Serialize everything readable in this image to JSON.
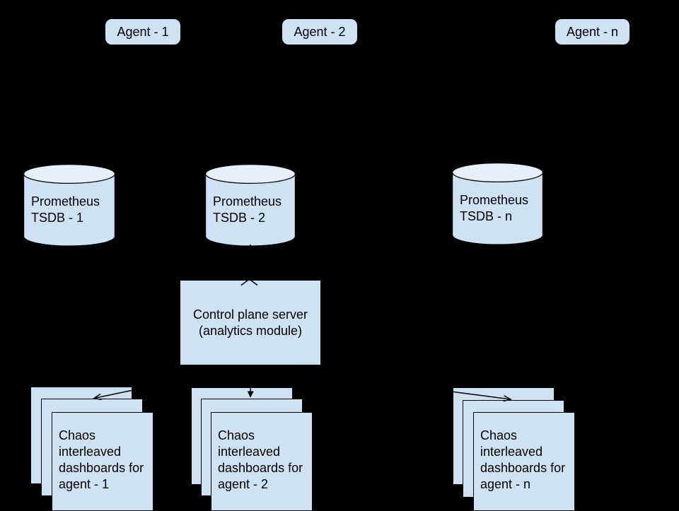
{
  "diagram": {
    "background": "#000000",
    "shape_fill": "#cfe2f3",
    "cylinder_top_fill": "#e7effa",
    "outline_color": "#000000",
    "text_color": "#000000"
  },
  "agents": [
    {
      "label": "Agent - 1"
    },
    {
      "label": "Agent - 2"
    },
    {
      "label": "Agent - n"
    }
  ],
  "databases": [
    {
      "line1": "Prometheus",
      "line2": "TSDB - 1"
    },
    {
      "line1": "Prometheus",
      "line2": "TSDB - 2"
    },
    {
      "line1": "Prometheus",
      "line2": "TSDB - n"
    }
  ],
  "control_plane": {
    "line1": "Control plane server",
    "line2": "(analytics module)"
  },
  "dashboards": [
    {
      "label": "Chaos interleaved dashboards for agent - 1"
    },
    {
      "label": "Chaos interleaved dashboards for agent - 2"
    },
    {
      "label": "Chaos interleaved dashboards for agent - n"
    }
  ],
  "edges": [
    {
      "from": "control-plane",
      "to": "prometheus-tsdb-2",
      "arrowhead": "open-up"
    },
    {
      "from": "control-plane",
      "to": "dashboards-agent-1",
      "arrowhead": "open"
    },
    {
      "from": "control-plane",
      "to": "dashboards-agent-2",
      "arrowhead": "solid"
    },
    {
      "from": "control-plane",
      "to": "dashboards-agent-n",
      "arrowhead": "open"
    }
  ]
}
